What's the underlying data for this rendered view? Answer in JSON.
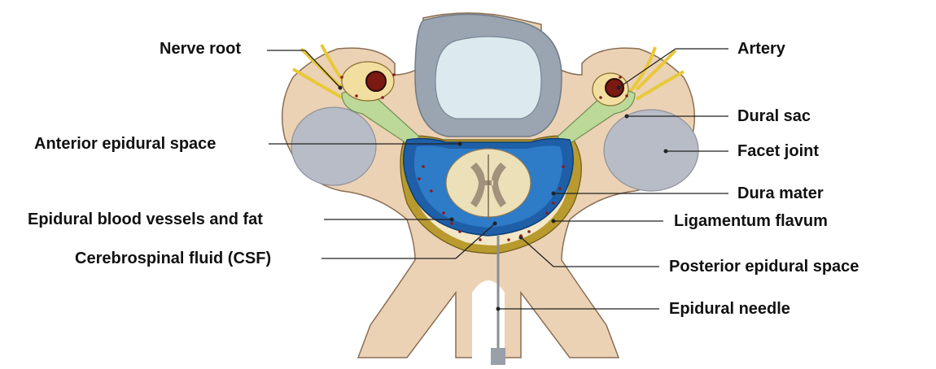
{
  "labels": {
    "nerve_root": "Nerve root",
    "artery": "Artery",
    "dural_sac": "Dural sac",
    "facet_joint": "Facet joint",
    "anterior_epidural_space": "Anterior epidural space",
    "dura_mater": "Dura mater",
    "epidural_blood_vessels_fat": "Epidural blood vessels and fat",
    "ligamentum_flavum": "Ligamentum flavum",
    "csf": "Cerebrospinal fluid (CSF)",
    "posterior_epidural_space": "Posterior epidural space",
    "epidural_needle": "Epidural needle"
  },
  "colors": {
    "bone": "#EBD2B4",
    "bone_outline": "#8A6E55",
    "disc_outer": "#9AA5B1",
    "disc_inner": "#DCE9EE",
    "facet": "#B8BCC6",
    "dural_sac": "#BCD99A",
    "nerve": "#E8C838",
    "dura_blue": "#1E5FA8",
    "csf_blue": "#2E7BC8",
    "spinal_cord": "#EBE0B8",
    "grey_matter": "#A2917B",
    "artery_red": "#7A1A12",
    "ligament": "#B89A2E",
    "fat_dot": "#8B1A1A",
    "leader": "#222222"
  }
}
